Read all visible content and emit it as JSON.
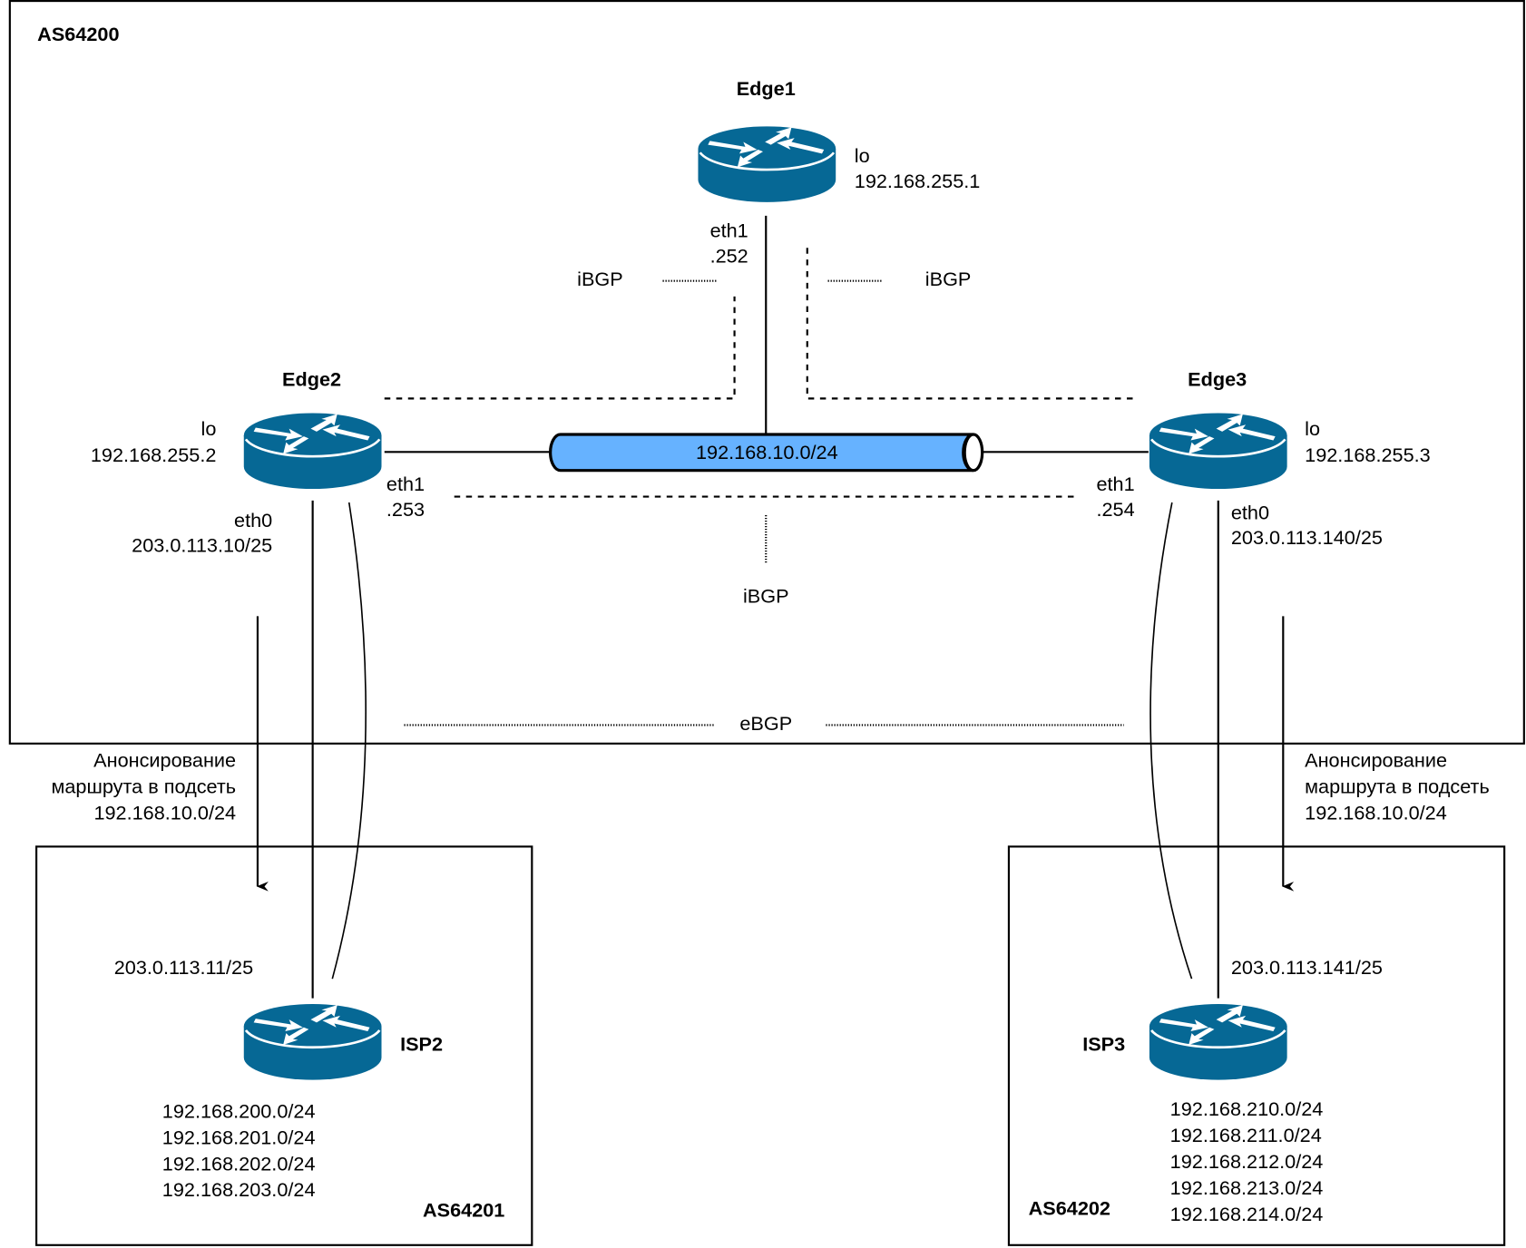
{
  "colors": {
    "router_fill": "#066895",
    "router_arrow": "#ffffff",
    "subnet_fill": "#66b2ff",
    "line": "#000000"
  },
  "as_main": {
    "label": "AS64200"
  },
  "as_left": {
    "label": "AS64201"
  },
  "as_right": {
    "label": "AS64202"
  },
  "routers": {
    "edge1": {
      "name": "Edge1",
      "lo_label": "lo",
      "lo_ip": "192.168.255.1",
      "eth1_label": "eth1",
      "eth1_ip": ".252",
      "icon": "router-icon"
    },
    "edge2": {
      "name": "Edge2",
      "lo_label": "lo",
      "lo_ip": "192.168.255.2",
      "eth1_label": "eth1",
      "eth1_ip": ".253",
      "eth0_label": "eth0",
      "eth0_ip": "203.0.113.10/25",
      "icon": "router-icon"
    },
    "edge3": {
      "name": "Edge3",
      "lo_label": "lo",
      "lo_ip": "192.168.255.3",
      "eth1_label": "eth1",
      "eth1_ip": ".254",
      "eth0_label": "eth0",
      "eth0_ip": "203.0.113.140/25",
      "icon": "router-icon"
    },
    "isp2": {
      "name": "ISP2",
      "ip": "203.0.113.11/25",
      "networks": [
        "192.168.200.0/24",
        "192.168.201.0/24",
        "192.168.202.0/24",
        "192.168.203.0/24"
      ],
      "icon": "router-icon"
    },
    "isp3": {
      "name": "ISP3",
      "ip": "203.0.113.141/25",
      "networks": [
        "192.168.210.0/24",
        "192.168.211.0/24",
        "192.168.212.0/24",
        "192.168.213.0/24",
        "192.168.214.0/24"
      ],
      "icon": "router-icon"
    }
  },
  "subnet": {
    "label": "192.168.10.0/24"
  },
  "sessions": {
    "ibgp_left": "iBGP",
    "ibgp_right": "iBGP",
    "ibgp_bottom": "iBGP",
    "ebgp": "eBGP"
  },
  "announcements": {
    "left": [
      "Анонсирование",
      "маршрута в подсеть",
      "192.168.10.0/24"
    ],
    "right": [
      "Анонсирование",
      "маршрута в подсеть",
      "192.168.10.0/24"
    ]
  }
}
